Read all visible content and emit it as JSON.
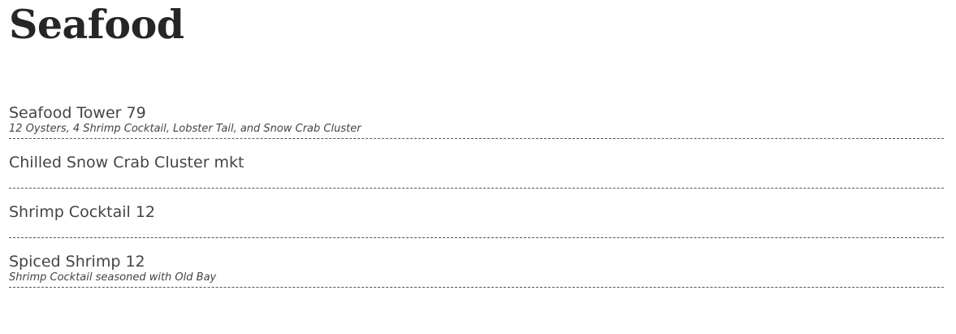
{
  "section": {
    "title": "Seafood"
  },
  "items": [
    {
      "name": "Seafood Tower",
      "price": "79",
      "description": "12 Oysters, 4 Shrimp Cocktail, Lobster Tail, and Snow Crab Cluster"
    },
    {
      "name": "Chilled Snow Crab Cluster",
      "price": "mkt",
      "description": ""
    },
    {
      "name": "Shrimp Cocktail",
      "price": "12",
      "description": ""
    },
    {
      "name": "Spiced Shrimp",
      "price": "12",
      "description": "Shrimp Cocktail seasoned with Old Bay"
    }
  ]
}
